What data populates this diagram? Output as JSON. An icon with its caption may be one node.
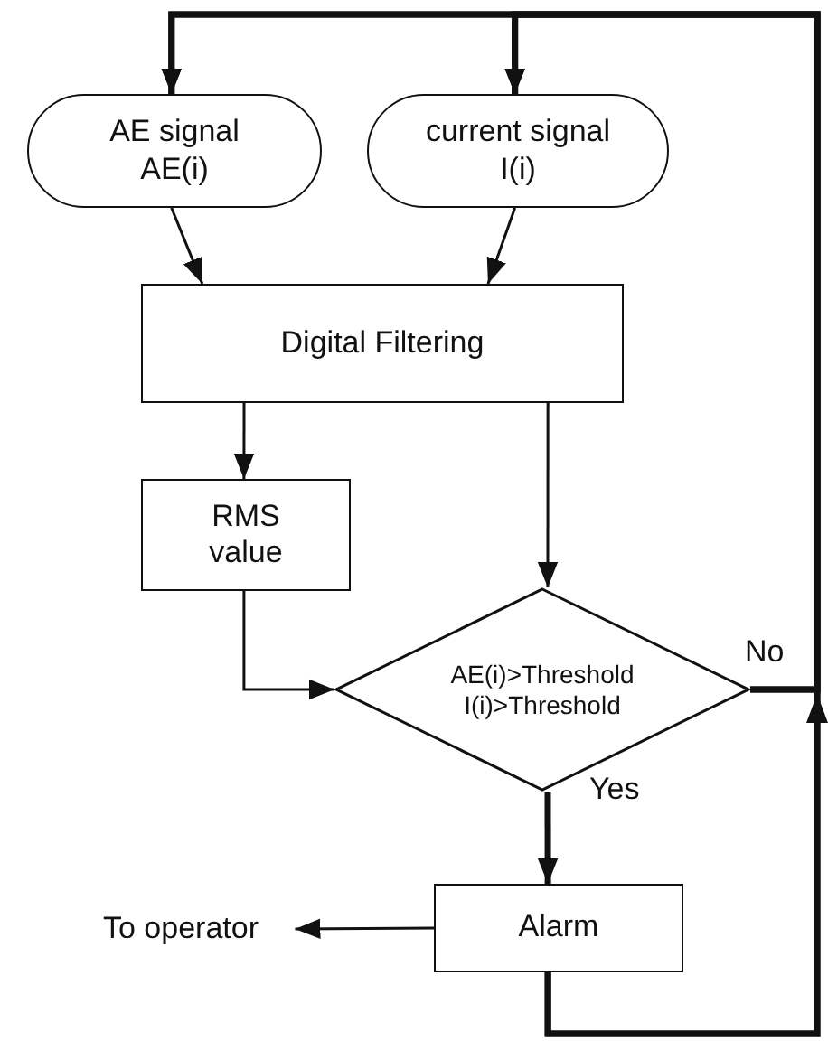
{
  "diagram": {
    "nodes": [
      {
        "text": [
          "AE signal",
          "AE(i)"
        ]
      },
      {
        "text": [
          "current signal",
          "I(i)"
        ]
      },
      {
        "text": [
          "Digital Filtering"
        ]
      },
      {
        "text": [
          "RMS value"
        ]
      },
      {
        "text": [
          "AE(i)>Threshold",
          "I(i)>Threshold"
        ]
      },
      {
        "text": [
          "Alarm"
        ]
      },
      {
        "text": [
          "To operator"
        ]
      }
    ],
    "edges": [
      {
        "from": 0,
        "to": 2,
        "arrow": "to"
      },
      {
        "from": 1,
        "to": 2,
        "arrow": "to"
      },
      {
        "from": 2,
        "to": 3,
        "arrow": "to"
      },
      {
        "from": 2,
        "to": 4,
        "arrow": "to"
      },
      {
        "from": 3,
        "to": 4,
        "arrow": "to"
      },
      {
        "from": 4,
        "to": 5,
        "arrow": "to",
        "label": "Yes",
        "style": "thick"
      },
      {
        "from": 5,
        "to": 6,
        "arrow": "to"
      },
      {
        "from": 4,
        "to": 0,
        "arrow": "to",
        "label": "No",
        "style": "thick"
      },
      {
        "from": 4,
        "to": 1,
        "arrow": "to",
        "style": "thick"
      },
      {
        "from": 5,
        "to": 0,
        "arrow": "to",
        "style": "thick"
      },
      {
        "from": 5,
        "to": 1,
        "arrow": "to",
        "style": "thick"
      }
    ]
  }
}
